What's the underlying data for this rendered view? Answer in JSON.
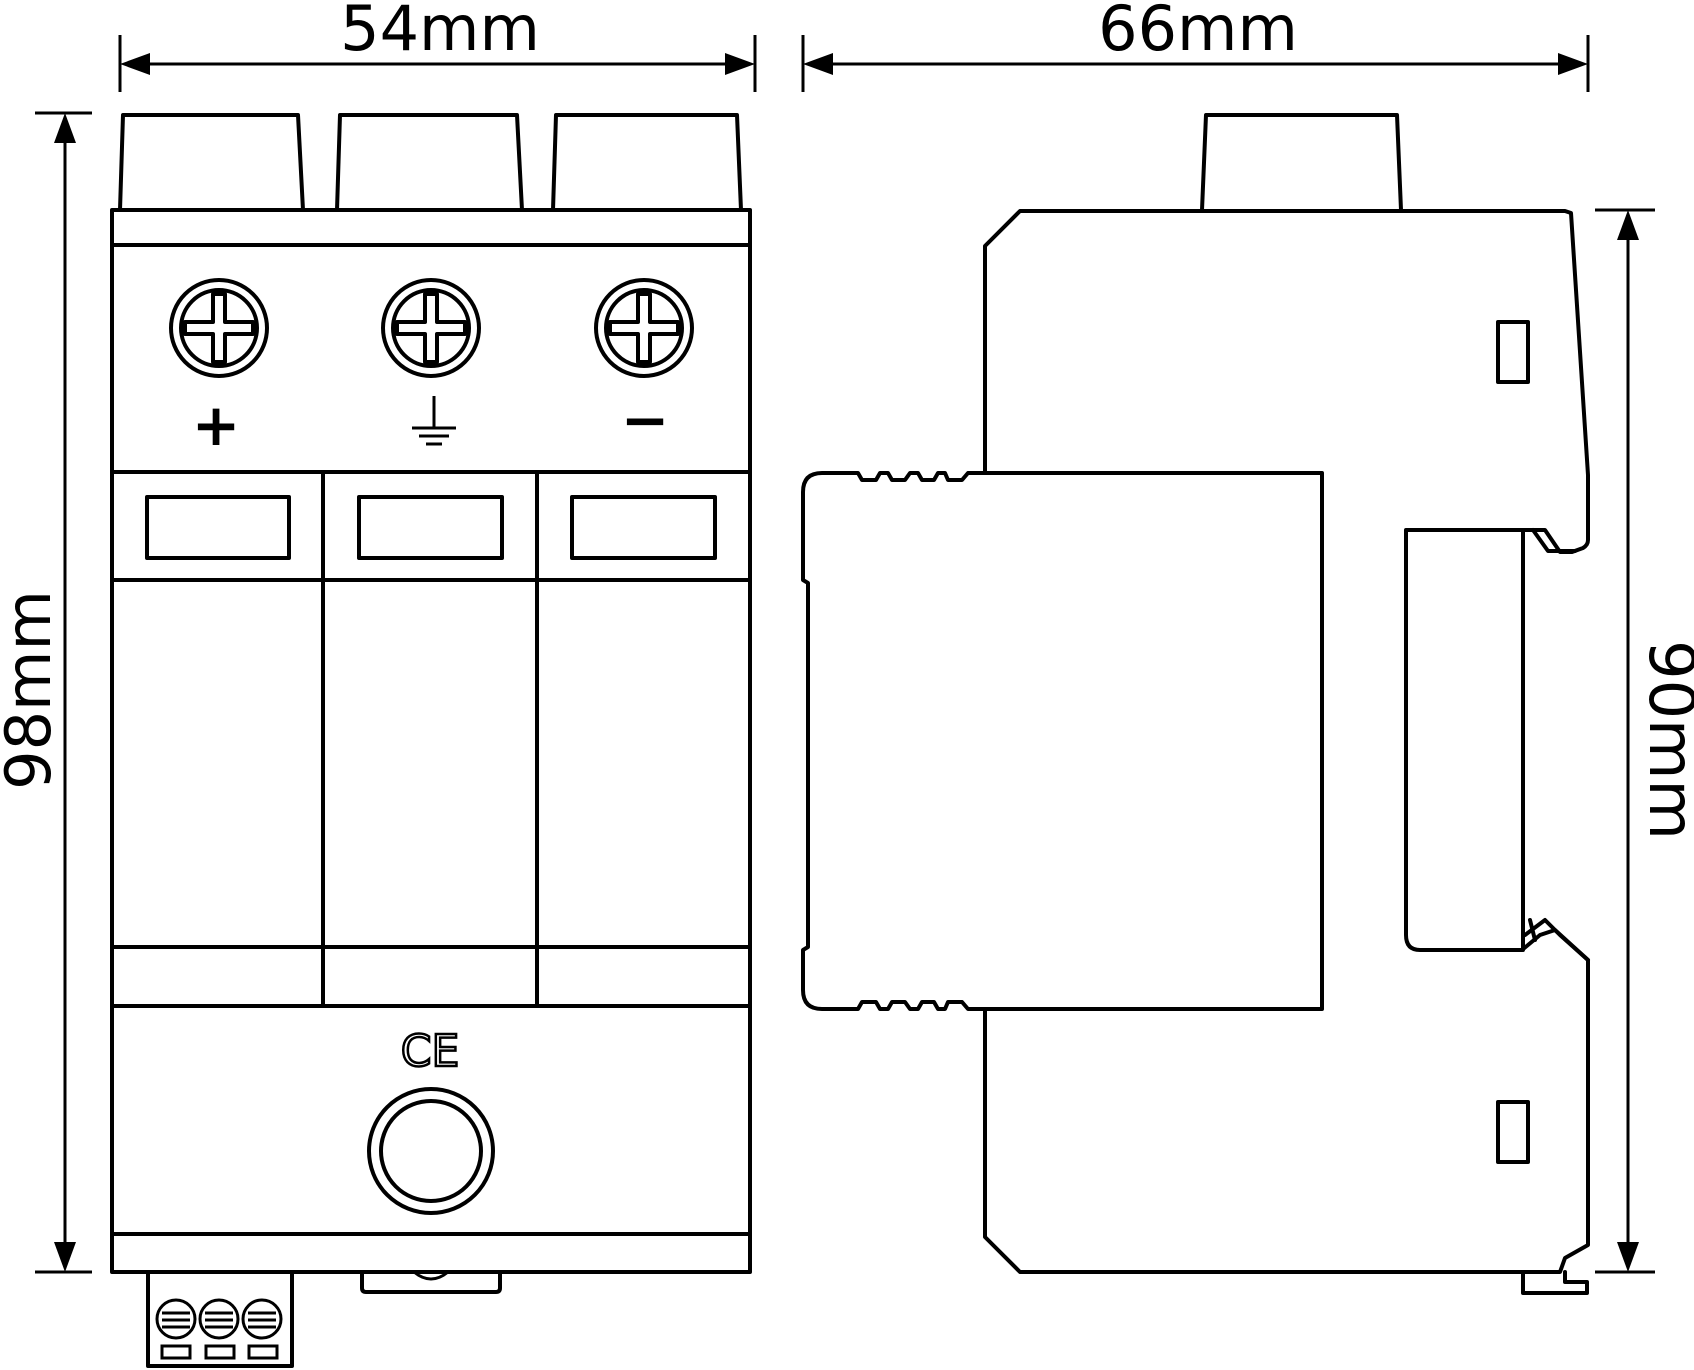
{
  "dimensions": {
    "front_width": "54mm",
    "side_width": "66mm",
    "front_height": "98mm",
    "side_height": "90mm"
  },
  "terminals": {
    "plus": "+",
    "minus": "−"
  },
  "certification": {
    "mark": "CE"
  },
  "icons": [
    "ground-symbol-icon",
    "phillips-screw-icon",
    "arrowhead-icon"
  ],
  "colors": {
    "line": "#000000",
    "background": "#ffffff"
  }
}
